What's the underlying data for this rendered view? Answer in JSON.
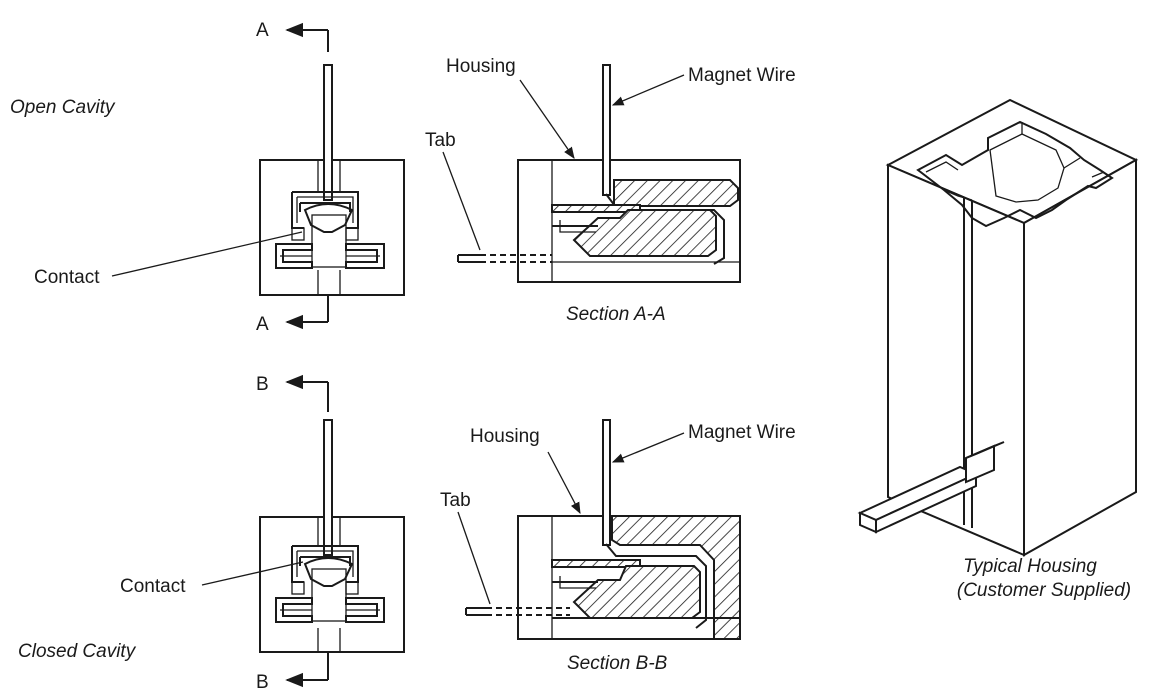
{
  "labels": {
    "open_cavity": "Open Cavity",
    "closed_cavity": "Closed Cavity",
    "section_a_top": "A",
    "section_a_bottom": "A",
    "section_b_top": "B",
    "section_b_bottom": "B",
    "contact_top": "Contact",
    "contact_bottom": "Contact",
    "housing_top": "Housing",
    "housing_bottom": "Housing",
    "magnet_wire_top": "Magnet Wire",
    "magnet_wire_bottom": "Magnet Wire",
    "tab_top": "Tab",
    "tab_bottom": "Tab",
    "section_aa": "Section A-A",
    "section_bb": "Section B-B",
    "typical_housing_line1": "Typical Housing",
    "typical_housing_line2": "(Customer Supplied)"
  },
  "colors": {
    "line": "#1a1a1a",
    "background": "#ffffff"
  }
}
